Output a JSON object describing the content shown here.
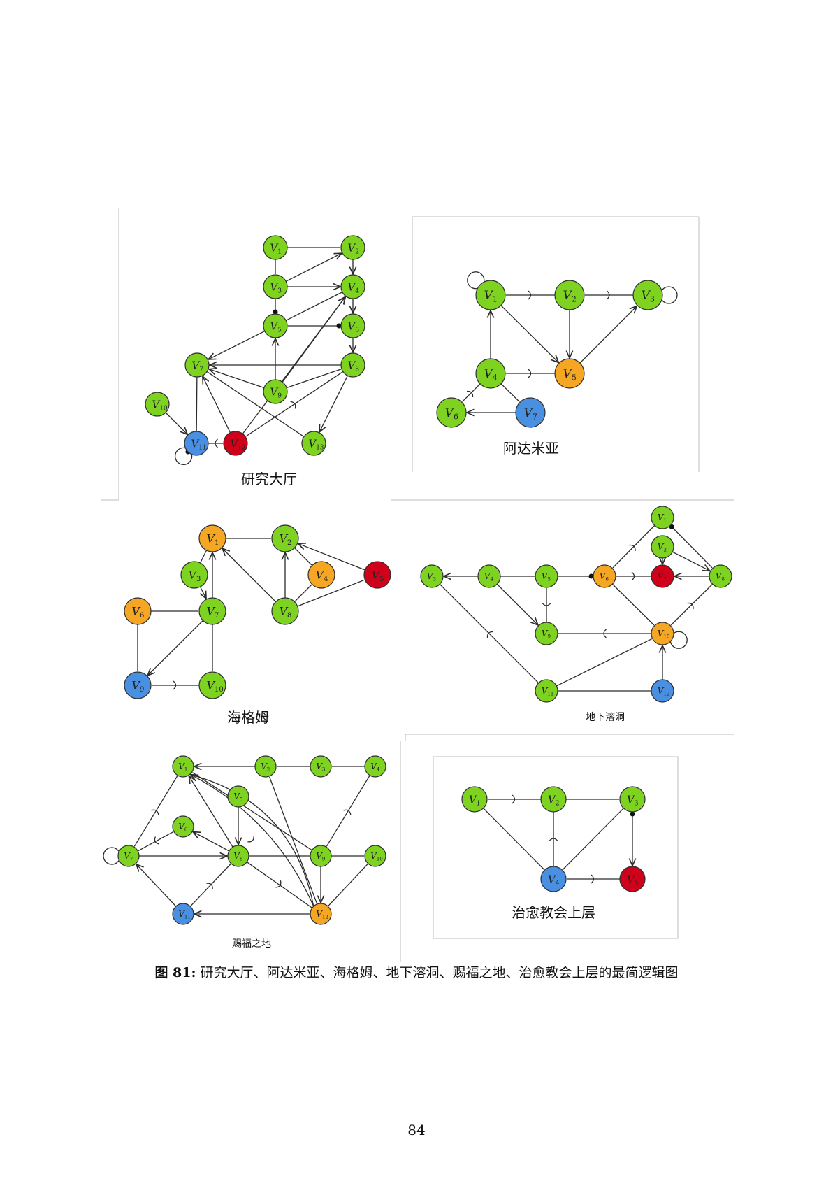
{
  "colors": {
    "green": "#7ed321",
    "orange": "#f5a623",
    "red": "#d0021b",
    "blue": "#4a90e2"
  },
  "caption": {
    "label": "图 81:",
    "text": " 研究大厅、阿达米亚、海格姆、地下溶洞、赐福之地、治愈教会上层的最简逻辑图"
  },
  "page_number": "84",
  "graphs": [
    {
      "title": "研究大厅",
      "nodes": [
        {
          "id": "1",
          "color": "green"
        },
        {
          "id": "2",
          "color": "green"
        },
        {
          "id": "3",
          "color": "green"
        },
        {
          "id": "4",
          "color": "green"
        },
        {
          "id": "5",
          "color": "green"
        },
        {
          "id": "6",
          "color": "green"
        },
        {
          "id": "7",
          "color": "green"
        },
        {
          "id": "8",
          "color": "green"
        },
        {
          "id": "9",
          "color": "green"
        },
        {
          "id": "10",
          "color": "green"
        },
        {
          "id": "11",
          "color": "blue"
        },
        {
          "id": "12",
          "color": "red"
        },
        {
          "id": "13",
          "color": "green"
        }
      ],
      "edges": [
        {
          "from": "1",
          "to": "2",
          "kind": "line"
        },
        {
          "from": "1",
          "to": "3",
          "kind": "line"
        },
        {
          "from": "3",
          "to": "2",
          "kind": "arrow"
        },
        {
          "from": "3",
          "to": "4",
          "kind": "arrow"
        },
        {
          "from": "2",
          "to": "4",
          "kind": "arrow"
        },
        {
          "from": "5",
          "to": "3",
          "kind": "dot"
        },
        {
          "from": "5",
          "to": "4",
          "kind": "line"
        },
        {
          "from": "6",
          "to": "5",
          "kind": "dot"
        },
        {
          "from": "4",
          "to": "6",
          "kind": "arrow"
        },
        {
          "from": "6",
          "to": "8",
          "kind": "arrow"
        },
        {
          "from": "5",
          "to": "7",
          "kind": "arrow"
        },
        {
          "from": "8",
          "to": "7",
          "kind": "arrow"
        },
        {
          "from": "9",
          "to": "7",
          "kind": "arrow"
        },
        {
          "from": "9",
          "to": "5",
          "kind": "arrow"
        },
        {
          "from": "9",
          "to": "4",
          "kind": "arrow"
        },
        {
          "from": "9",
          "to": "8",
          "kind": "line"
        },
        {
          "from": "8",
          "to": "13",
          "kind": "arrow"
        },
        {
          "from": "8",
          "to": "12",
          "kind": "bar"
        },
        {
          "from": "12",
          "to": "4",
          "kind": "arrow"
        },
        {
          "from": "12",
          "to": "7",
          "kind": "arrow"
        },
        {
          "from": "7",
          "to": "13",
          "kind": "line"
        },
        {
          "from": "7",
          "to": "11",
          "kind": "line"
        },
        {
          "from": "10",
          "to": "11",
          "kind": "arrow"
        },
        {
          "from": "11",
          "to": "12",
          "kind": "bar"
        },
        {
          "from": "11",
          "to": "11",
          "kind": "loop-dot"
        }
      ]
    },
    {
      "title": "阿达米亚",
      "nodes": [
        {
          "id": "1",
          "color": "green"
        },
        {
          "id": "2",
          "color": "green"
        },
        {
          "id": "3",
          "color": "green"
        },
        {
          "id": "4",
          "color": "green"
        },
        {
          "id": "5",
          "color": "orange"
        },
        {
          "id": "6",
          "color": "green"
        },
        {
          "id": "7",
          "color": "blue"
        }
      ],
      "edges": [
        {
          "from": "2",
          "to": "1",
          "kind": "bar"
        },
        {
          "from": "3",
          "to": "2",
          "kind": "bar"
        },
        {
          "from": "2",
          "to": "5",
          "kind": "arrow"
        },
        {
          "from": "1",
          "to": "5",
          "kind": "arrow"
        },
        {
          "from": "5",
          "to": "3",
          "kind": "arrow"
        },
        {
          "from": "4",
          "to": "1",
          "kind": "arrow"
        },
        {
          "from": "5",
          "to": "4",
          "kind": "bar"
        },
        {
          "from": "4",
          "to": "6",
          "kind": "bar"
        },
        {
          "from": "4",
          "to": "7",
          "kind": "line"
        },
        {
          "from": "7",
          "to": "6",
          "kind": "arrow"
        },
        {
          "from": "1",
          "to": "1",
          "kind": "loop"
        },
        {
          "from": "3",
          "to": "3",
          "kind": "loop"
        }
      ]
    },
    {
      "title": "海格姆",
      "nodes": [
        {
          "id": "1",
          "color": "orange"
        },
        {
          "id": "2",
          "color": "green"
        },
        {
          "id": "3",
          "color": "green"
        },
        {
          "id": "4",
          "color": "orange"
        },
        {
          "id": "5",
          "color": "red"
        },
        {
          "id": "6",
          "color": "orange"
        },
        {
          "id": "7",
          "color": "green"
        },
        {
          "id": "8",
          "color": "green"
        },
        {
          "id": "9",
          "color": "blue"
        },
        {
          "id": "10",
          "color": "green"
        }
      ],
      "edges": [
        {
          "from": "1",
          "to": "2",
          "kind": "line"
        },
        {
          "from": "1",
          "to": "3",
          "kind": "line"
        },
        {
          "from": "3",
          "to": "7",
          "kind": "arrow"
        },
        {
          "from": "7",
          "to": "1",
          "kind": "arrow"
        },
        {
          "from": "2",
          "to": "4",
          "kind": "line"
        },
        {
          "from": "5",
          "to": "2",
          "kind": "arrow"
        },
        {
          "from": "8",
          "to": "2",
          "kind": "arrow"
        },
        {
          "from": "8",
          "to": "1",
          "kind": "arrow"
        },
        {
          "from": "8",
          "to": "4",
          "kind": "line"
        },
        {
          "from": "8",
          "to": "5",
          "kind": "line"
        },
        {
          "from": "6",
          "to": "7",
          "kind": "line"
        },
        {
          "from": "6",
          "to": "9",
          "kind": "line"
        },
        {
          "from": "7",
          "to": "9",
          "kind": "arrow"
        },
        {
          "from": "7",
          "to": "10",
          "kind": "line"
        },
        {
          "from": "10",
          "to": "9",
          "kind": "bar"
        }
      ]
    },
    {
      "title": "地下溶洞",
      "nodes": [
        {
          "id": "1",
          "color": "green"
        },
        {
          "id": "2",
          "color": "green"
        },
        {
          "id": "3",
          "color": "green"
        },
        {
          "id": "4",
          "color": "green"
        },
        {
          "id": "5",
          "color": "green"
        },
        {
          "id": "6",
          "color": "orange"
        },
        {
          "id": "7",
          "color": "red"
        },
        {
          "id": "8",
          "color": "green"
        },
        {
          "id": "9",
          "color": "green"
        },
        {
          "id": "10",
          "color": "orange"
        },
        {
          "id": "11",
          "color": "green"
        },
        {
          "id": "12",
          "color": "blue"
        }
      ],
      "edges": [
        {
          "from": "4",
          "to": "3",
          "kind": "arrow"
        },
        {
          "from": "4",
          "to": "5",
          "kind": "line"
        },
        {
          "from": "6",
          "to": "5",
          "kind": "dot"
        },
        {
          "from": "7",
          "to": "6",
          "kind": "bar"
        },
        {
          "from": "8",
          "to": "7",
          "kind": "arrow"
        },
        {
          "from": "1",
          "to": "6",
          "kind": "bar"
        },
        {
          "from": "1",
          "to": "8",
          "kind": "dot"
        },
        {
          "from": "2",
          "to": "7",
          "kind": "arrow"
        },
        {
          "from": "2",
          "to": "8",
          "kind": "arrow"
        },
        {
          "from": "4",
          "to": "9",
          "kind": "arrow"
        },
        {
          "from": "9",
          "to": "5",
          "kind": "bar"
        },
        {
          "from": "9",
          "to": "10",
          "kind": "bar"
        },
        {
          "from": "6",
          "to": "10",
          "kind": "line"
        },
        {
          "from": "8",
          "to": "10",
          "kind": "bar"
        },
        {
          "from": "3",
          "to": "11",
          "kind": "bar"
        },
        {
          "from": "11",
          "to": "10",
          "kind": "line"
        },
        {
          "from": "11",
          "to": "12",
          "kind": "line"
        },
        {
          "from": "12",
          "to": "10",
          "kind": "arrow"
        },
        {
          "from": "10",
          "to": "10",
          "kind": "loop"
        }
      ]
    },
    {
      "title": "赐福之地",
      "nodes": [
        {
          "id": "1",
          "color": "green"
        },
        {
          "id": "2",
          "color": "green"
        },
        {
          "id": "3",
          "color": "green"
        },
        {
          "id": "4",
          "color": "green"
        },
        {
          "id": "5",
          "color": "green"
        },
        {
          "id": "6",
          "color": "green"
        },
        {
          "id": "7",
          "color": "green"
        },
        {
          "id": "8",
          "color": "green"
        },
        {
          "id": "9",
          "color": "green"
        },
        {
          "id": "10",
          "color": "green"
        },
        {
          "id": "11",
          "color": "blue"
        },
        {
          "id": "12",
          "color": "orange"
        }
      ],
      "edges": [
        {
          "from": "2",
          "to": "1",
          "kind": "arrow"
        },
        {
          "from": "3",
          "to": "2",
          "kind": "line"
        },
        {
          "from": "4",
          "to": "3",
          "kind": "line"
        },
        {
          "from": "1",
          "to": "7",
          "kind": "bar"
        },
        {
          "from": "8",
          "to": "1",
          "kind": "arrow"
        },
        {
          "from": "5",
          "to": "8",
          "kind": "arrow"
        },
        {
          "from": "8",
          "to": "6",
          "kind": "arrow"
        },
        {
          "from": "7",
          "to": "6",
          "kind": "bar"
        },
        {
          "from": "7",
          "to": "8",
          "kind": "arrow"
        },
        {
          "from": "8",
          "to": "9",
          "kind": "line"
        },
        {
          "from": "9",
          "to": "10",
          "kind": "line"
        },
        {
          "from": "4",
          "to": "9",
          "kind": "bar"
        },
        {
          "from": "9",
          "to": "12",
          "kind": "arrow"
        },
        {
          "from": "10",
          "to": "12",
          "kind": "line"
        },
        {
          "from": "12",
          "to": "8",
          "kind": "bar"
        },
        {
          "from": "12",
          "to": "11",
          "kind": "arrow"
        },
        {
          "from": "11",
          "to": "7",
          "kind": "arrow"
        },
        {
          "from": "8",
          "to": "11",
          "kind": "bar"
        },
        {
          "from": "12",
          "to": "1",
          "kind": "arrow",
          "curve": 1
        },
        {
          "from": "12",
          "to": "1",
          "kind": "bar",
          "curve": 2
        },
        {
          "from": "9",
          "to": "1",
          "kind": "line"
        },
        {
          "from": "12",
          "to": "2",
          "kind": "line"
        },
        {
          "from": "7",
          "to": "7",
          "kind": "loop"
        }
      ]
    },
    {
      "title": "治愈教会上层",
      "nodes": [
        {
          "id": "1",
          "color": "green"
        },
        {
          "id": "2",
          "color": "green"
        },
        {
          "id": "3",
          "color": "green"
        },
        {
          "id": "4",
          "color": "blue"
        },
        {
          "id": "5",
          "color": "red"
        }
      ],
      "edges": [
        {
          "from": "2",
          "to": "1",
          "kind": "bar"
        },
        {
          "from": "2",
          "to": "3",
          "kind": "line"
        },
        {
          "from": "1",
          "to": "4",
          "kind": "line"
        },
        {
          "from": "2",
          "to": "4",
          "kind": "bar"
        },
        {
          "from": "3",
          "to": "4",
          "kind": "line"
        },
        {
          "from": "3",
          "to": "5",
          "kind": "dot-arrow"
        },
        {
          "from": "5",
          "to": "4",
          "kind": "bar"
        }
      ]
    }
  ]
}
